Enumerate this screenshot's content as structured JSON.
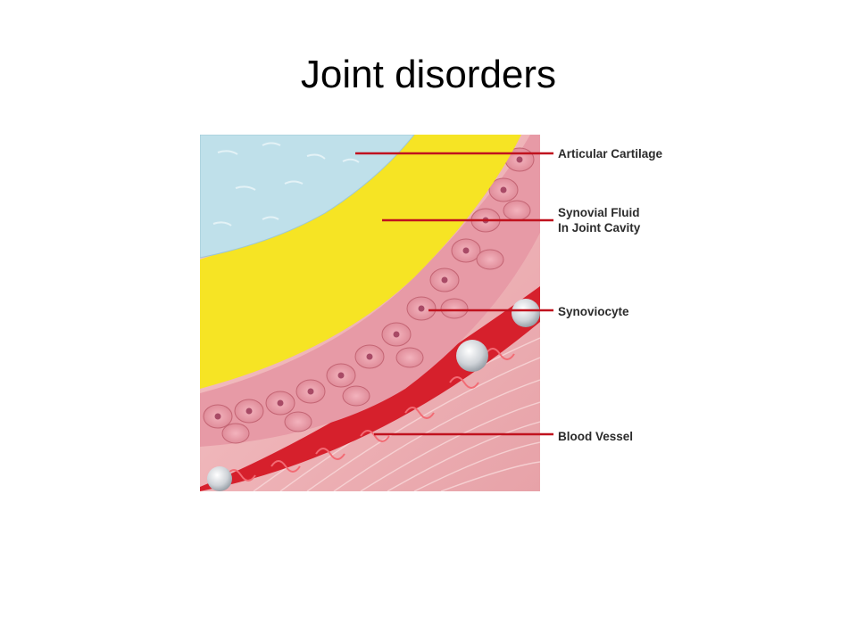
{
  "slide": {
    "title": "Joint disorders"
  },
  "diagram": {
    "labels": {
      "articular_cartilage": "Articular Cartilage",
      "synovial_fluid_line1": "Synovial Fluid",
      "synovial_fluid_line2": "In Joint Cavity",
      "synoviocyte": "Synoviocyte",
      "blood_vessel": "Blood Vessel"
    },
    "colors": {
      "cartilage": "#bfe0ea",
      "synovial_fluid": "#f6e424",
      "synoviocyte_layer": "#e79aa6",
      "blood_vessel": "#d6202c",
      "connective_tissue": "#f0b8bc",
      "leader_line": "#c0121e"
    }
  }
}
